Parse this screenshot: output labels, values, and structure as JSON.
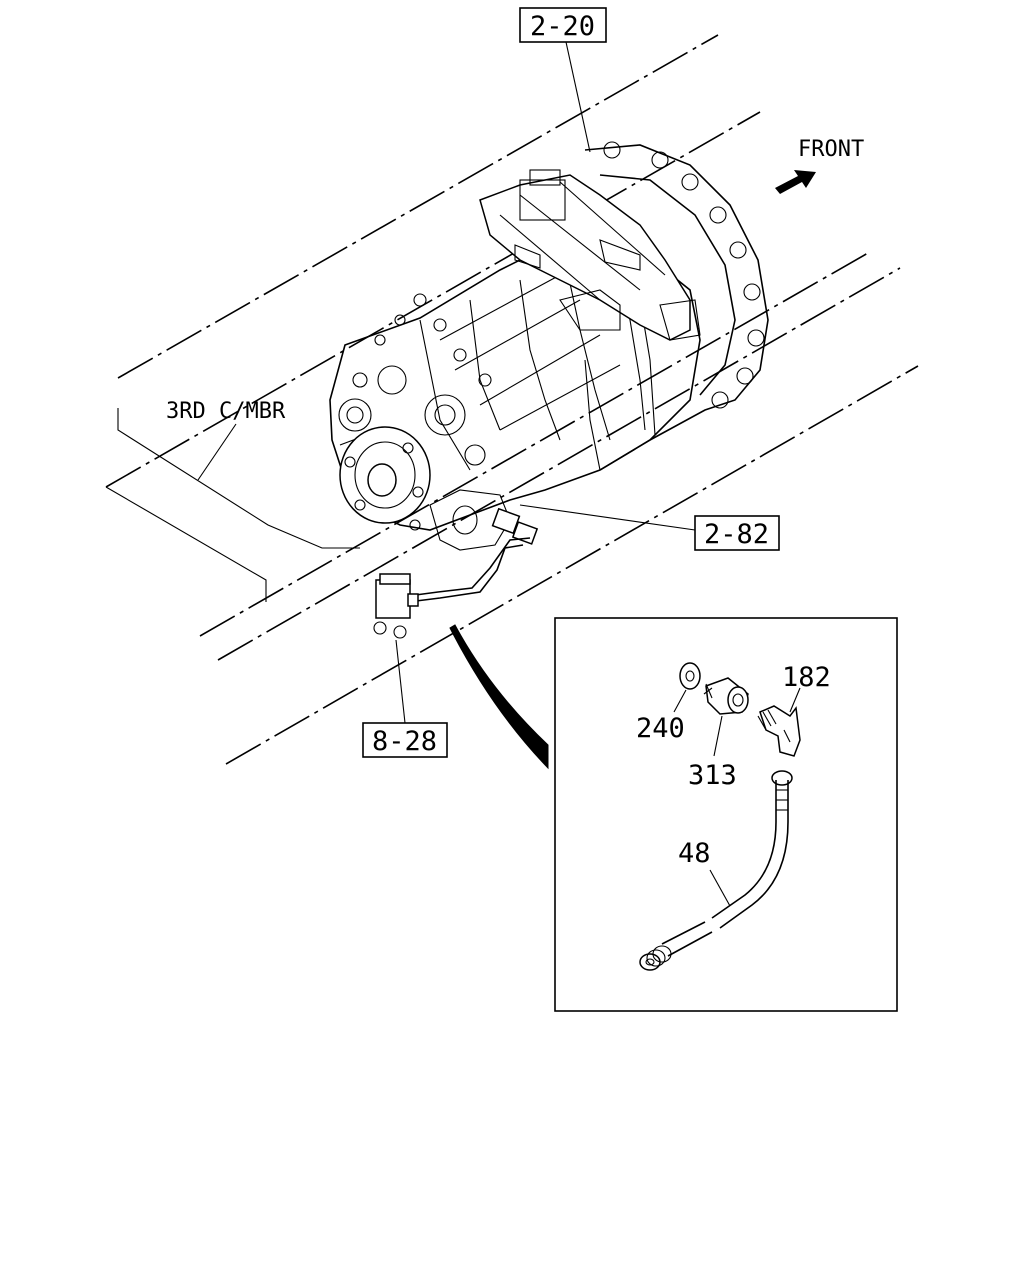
{
  "diagram": {
    "direction_label": "FRONT",
    "frame_label": "3RD C/MBR",
    "refs": {
      "top": "2-20",
      "right": "2-82",
      "left": "8-28"
    },
    "detail": {
      "parts": {
        "washer": "240",
        "connector": "313",
        "elbow": "182",
        "hose": "48"
      }
    }
  }
}
